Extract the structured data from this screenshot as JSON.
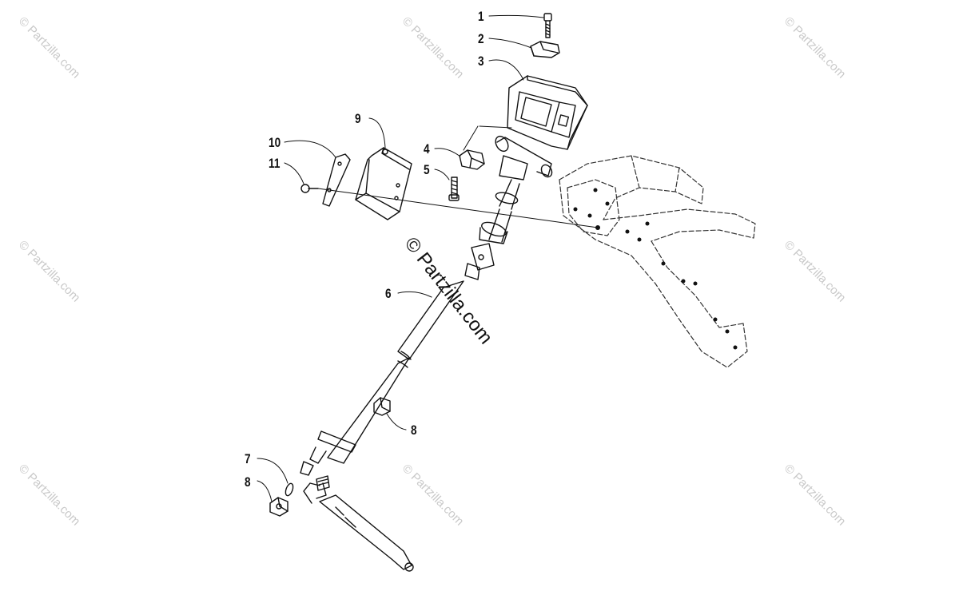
{
  "watermark": {
    "small_text": "© Partzilla.com",
    "center_text": "© Partzilla.com"
  },
  "callouts": [
    {
      "label": "1"
    },
    {
      "label": "2"
    },
    {
      "label": "3"
    },
    {
      "label": "4"
    },
    {
      "label": "5"
    },
    {
      "label": "6"
    },
    {
      "label": "7"
    },
    {
      "label": "8"
    },
    {
      "label": "8"
    },
    {
      "label": "9"
    },
    {
      "label": "10"
    },
    {
      "label": "11"
    }
  ],
  "colors": {
    "line": "#111111",
    "watermark": "#c9c9c9",
    "dashed": "#333333"
  }
}
